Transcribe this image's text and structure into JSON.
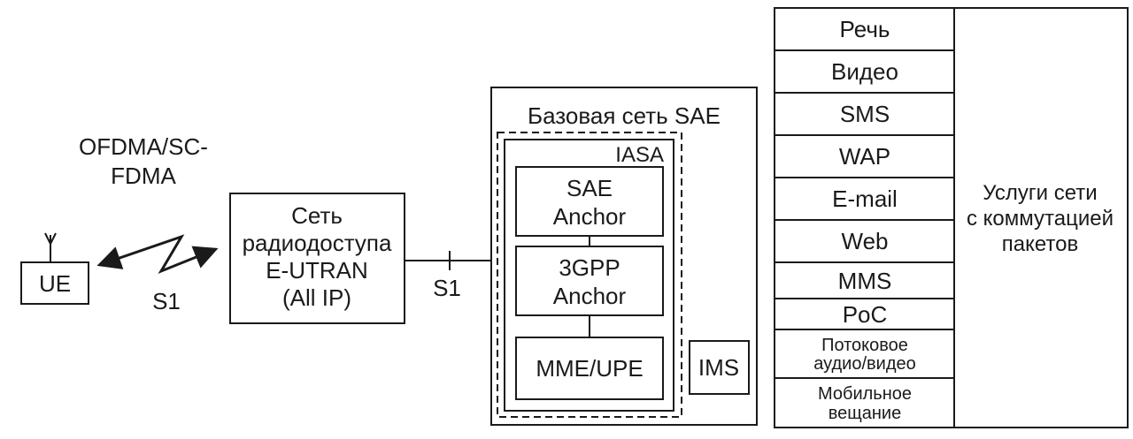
{
  "ue": {
    "label": "UE"
  },
  "air_interface": {
    "line1": "OFDMA/SC-",
    "line2": "FDMA",
    "link_label": "S1"
  },
  "eutran": {
    "line1": "Сеть",
    "line2": "радиодоступа",
    "line3": "E-UTRAN",
    "line4": "(All IP)"
  },
  "s1_link": {
    "label": "S1"
  },
  "core": {
    "title": "Базовая сеть SAE",
    "iasa_label": "IASA",
    "sae_anchor": {
      "line1": "SAE",
      "line2": "Anchor"
    },
    "gpp_anchor": {
      "line1": "3GPP",
      "line2": "Anchor"
    },
    "mme_upe": {
      "label": "MME/UPE"
    },
    "ims": {
      "label": "IMS"
    }
  },
  "services": {
    "items": [
      {
        "line1": "Речь"
      },
      {
        "line1": "Видео"
      },
      {
        "line1": "SMS"
      },
      {
        "line1": "WAP"
      },
      {
        "line1": "E-mail"
      },
      {
        "line1": "Web"
      },
      {
        "line1": "MMS"
      },
      {
        "line1": "PoC"
      },
      {
        "line1": "Потоковое",
        "line2": "аудио/видео"
      },
      {
        "line1": "Мобильное",
        "line2": "вещание"
      }
    ],
    "side_label": {
      "line1": "Услуги сети",
      "line2": "с коммутацией",
      "line3": "пакетов"
    }
  }
}
